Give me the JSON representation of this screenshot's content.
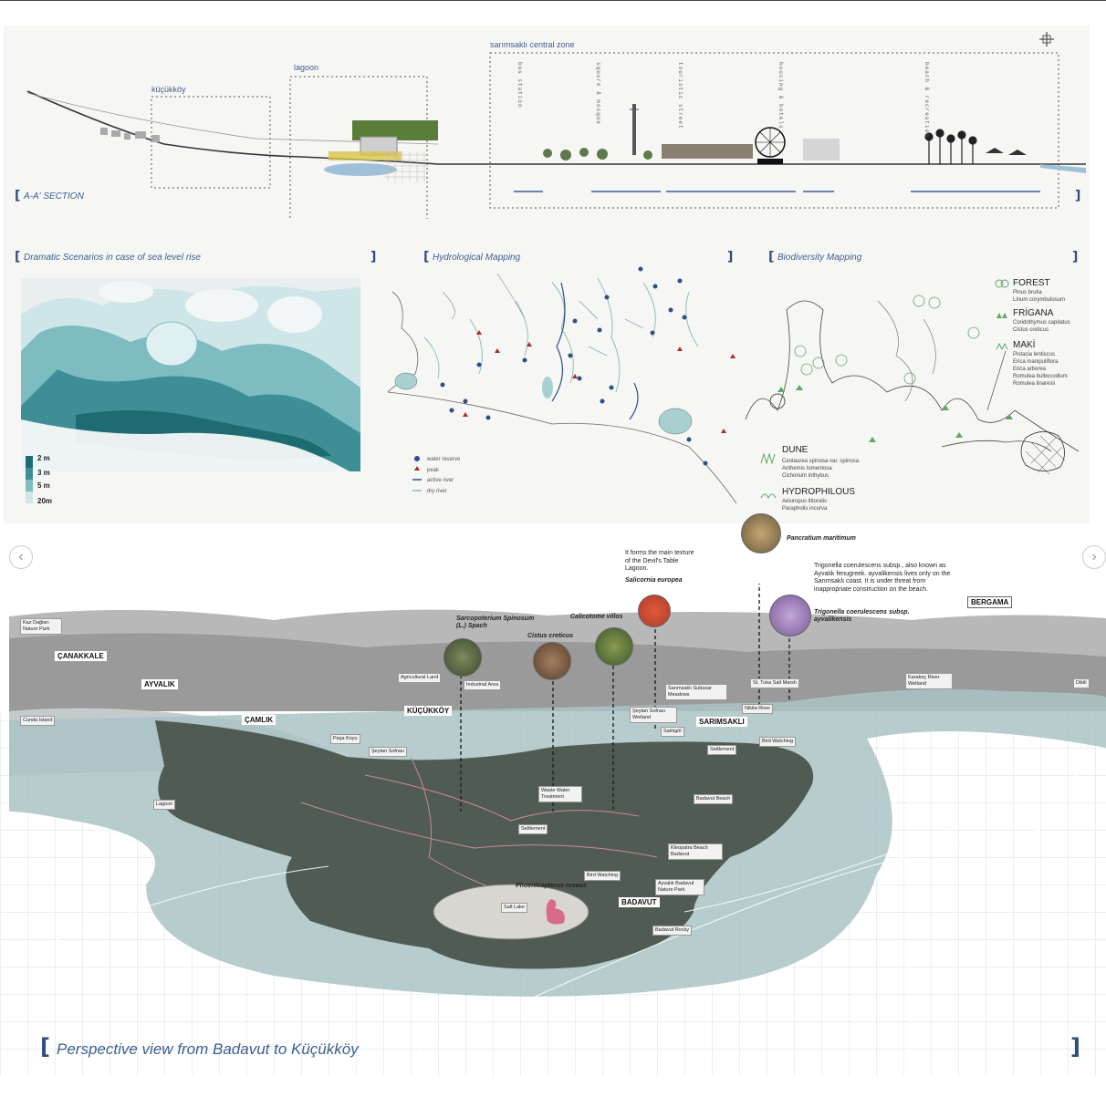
{
  "header": {
    "crosshair_icon": "crosshair-icon"
  },
  "section": {
    "title": "A-A' SECTION",
    "zones": [
      "küçükköy",
      "lagoon",
      "sarımsaklı central zone"
    ],
    "vertical_labels": [
      "bus station",
      "square & mosque",
      "touristic street",
      "housing & hotels",
      "beach & recreation"
    ]
  },
  "panels": {
    "sea_level": {
      "title": "Dramatic Scenarios in case of sea level rise",
      "scale": [
        "2 m",
        "3 m",
        "5 m",
        "20m"
      ],
      "colors": [
        "#1f6b72",
        "#3e8f95",
        "#7dbdc2",
        "#cfe6e8"
      ]
    },
    "hydro": {
      "title": "Hydrological Mapping",
      "legend": [
        "water reserve",
        "peak",
        "active river",
        "dry river"
      ]
    },
    "bio": {
      "title": "Biodiversity Mapping",
      "groups": [
        {
          "name": "FOREST",
          "species": [
            "Pinus brutia",
            "Linum corymbulosum"
          ]
        },
        {
          "name": "FRİGANA",
          "species": [
            "Coridothymus capitatus",
            "Cistus creticus"
          ]
        },
        {
          "name": "MAKİ",
          "species": [
            "Pistacia lentiscus",
            "Erica manipuliflora",
            "Erica arborea",
            "Romulea bulbocodium",
            "Romulea linaresii"
          ]
        },
        {
          "name": "DUNE",
          "species": [
            "Centaurea spinosa var. spinosa",
            "Anthemis tomentosa",
            "Cichorium inthybus"
          ]
        },
        {
          "name": "HYDROPHILOUS",
          "species": [
            "Aeluropus littoralis",
            "Parapholis incurva"
          ]
        }
      ]
    }
  },
  "nav": {
    "prev": "‹",
    "next": "›"
  },
  "perspective": {
    "title": "Perspective view from Badavut to Küçükköy",
    "places": [
      "ÇANAKKALE",
      "AYVALIK",
      "ÇAMLIK",
      "KÜÇÜKKÖY",
      "SARIMSAKLI",
      "BADAVUT",
      "BERGAMA"
    ],
    "labels": [
      "Kaz Dağları Nature Park",
      "Cunda Island",
      "Agricultural Land",
      "Industrial Area",
      "Paşa Koyu",
      "Şeytan Sofrası",
      "Lagoon",
      "Waste Water Treatment",
      "Settlement",
      "Sarımsaklı Subasar Meadows",
      "Şeytan Sofrası Wetland",
      "Saklıgöl",
      "St. Tuka Salt Marsh",
      "Nikita River",
      "Bird Watching",
      "Settlement",
      "Badavut Beach",
      "Kleopatra Beach Badavut",
      "Bird Watching",
      "Ayvalık Badavut Nature Park",
      "Salt Lake",
      "Badavut Rocky",
      "Karakoç River Wetland",
      "Dikili"
    ],
    "species": [
      "Sarcopoterium Spinosum (L.) Spach",
      "Cistus creticus",
      "Calicotome villos",
      "Salicornia europea",
      "Pancratium maritimum",
      "Trigonella coerulescens subsp. ayvalikensis",
      "Phoenicopterus roseus"
    ],
    "notes": {
      "devils_table": "It forms the main texture of the Devil's Table Lagoon.",
      "trigonella": "Trigonella coerulescens subsp., also known as Ayvalık fenugreek. ayvalikensis lives only on the Sarımsaklı coast. It is under threat from inappropriate construction on the beach."
    }
  }
}
